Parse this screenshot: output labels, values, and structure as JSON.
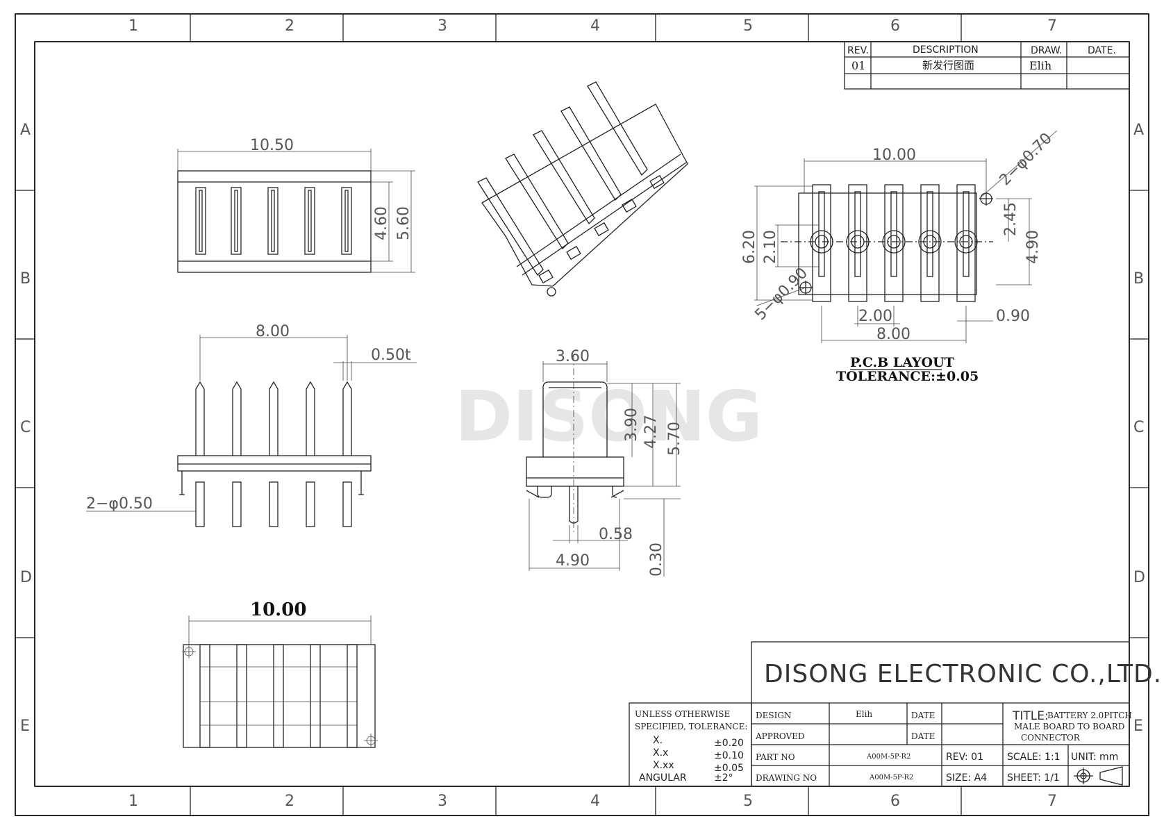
{
  "grid": {
    "cols": [
      "1",
      "2",
      "3",
      "4",
      "5",
      "6",
      "7"
    ],
    "rows": [
      "A",
      "B",
      "C",
      "D",
      "E"
    ]
  },
  "revision_table": {
    "headers": {
      "rev": "REV.",
      "description": "DESCRIPTION",
      "draw": "DRAW.",
      "date": "DATE."
    },
    "row": {
      "rev": "01",
      "description": "新发行图面",
      "draw": "Elih",
      "date": ""
    }
  },
  "watermark": "DISONG",
  "top_view": {
    "width": "10.50",
    "height_inner": "4.60",
    "height_outer": "5.60"
  },
  "front_view": {
    "pitch_span": "8.00",
    "pin_thickness": "0.50t",
    "peg": "2−φ0.50"
  },
  "side_view": {
    "width": "3.60",
    "h1": "3.90",
    "h2": "4.27",
    "h3": "5.70",
    "pin_offset": "0.58",
    "base_width": "4.90",
    "tail": "0.30"
  },
  "bottom_view": {
    "width": "10.00"
  },
  "pcb_layout": {
    "width": "10.00",
    "peg_holes": "2−φ0.70",
    "h_outer": "6.20",
    "h_row": "2.10",
    "pin_holes": "5−φ0.90",
    "h_right": "2.45",
    "h_right_outer": "4.90",
    "pitch": "2.00",
    "pitch_span": "8.00",
    "edge": "0.90",
    "title": "P.C.B LAYOUT",
    "tolerance": "TOLERANCE:±0.05"
  },
  "title_block": {
    "company": "DISONG ELECTRONIC CO.,LTD.",
    "tolerance_note": "UNLESS OTHERWISE",
    "tolerance_note2": "SPECIFIED, TOLERANCE:",
    "tol_x": "X.",
    "tol_x_val": "±0.20",
    "tol_xx": "X.x",
    "tol_xx_val": "±0.10",
    "tol_xxx": "X.xx",
    "tol_xxx_val": "±0.05",
    "tol_ang": "ANGULAR",
    "tol_ang_val": "±2°",
    "design_label": "DESIGN",
    "design_val": "Elih",
    "date_label": "DATE",
    "approved_label": "APPROVED",
    "date_label2": "DATE",
    "partno_label": "PART NO",
    "partno_val": "A00M-5P-R2",
    "rev": "REV: 01",
    "drawno_label": "DRAWING NO",
    "drawno_val": "A00M-5P-R2",
    "size": "SIZE: A4",
    "title_label": "TITLE:",
    "title_l1": "BATTERY 2.0PITCH",
    "title_l2": "MALE BOARD TO BOARD",
    "title_l3": "CONNECTOR",
    "scale": "SCALE: 1:1",
    "unit": "UNIT: mm",
    "sheet": "SHEET: 1/1"
  }
}
